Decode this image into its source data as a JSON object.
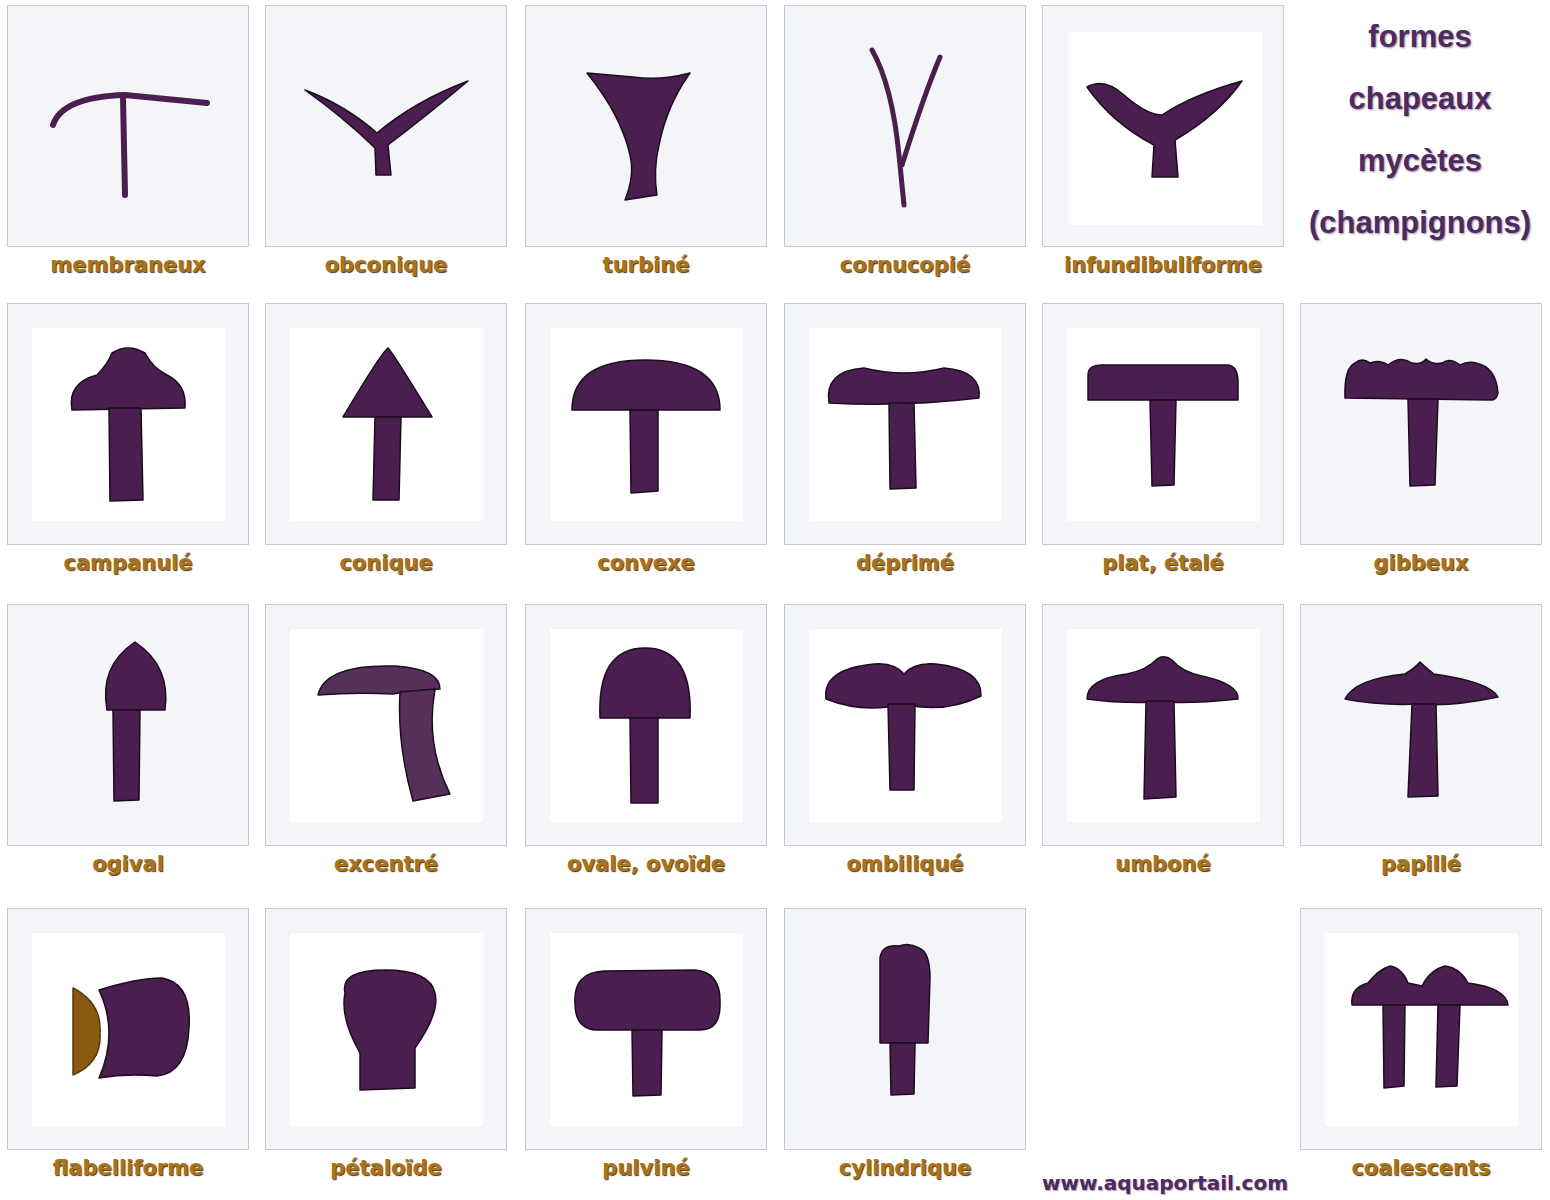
{
  "diagram": {
    "title": "formes chapeaux mycètes (champignons)",
    "nodes": [
      {
        "text": [
          "membraneux"
        ]
      },
      {
        "text": [
          "obconique"
        ]
      },
      {
        "text": [
          "turbiné"
        ]
      },
      {
        "text": [
          "cornucopié"
        ]
      },
      {
        "text": [
          "infundibuliforme"
        ]
      },
      {
        "text": [
          "campanulé"
        ]
      },
      {
        "text": [
          "conique"
        ]
      },
      {
        "text": [
          "convexe"
        ]
      },
      {
        "text": [
          "déprimé"
        ]
      },
      {
        "text": [
          "plat, étalé"
        ]
      },
      {
        "text": [
          "gibbeux"
        ]
      },
      {
        "text": [
          "ogival"
        ]
      },
      {
        "text": [
          "excentré"
        ]
      },
      {
        "text": [
          "ovale, ovoïde"
        ]
      },
      {
        "text": [
          "ombiliqué"
        ]
      },
      {
        "text": [
          "umboné"
        ]
      },
      {
        "text": [
          "papillé"
        ]
      },
      {
        "text": [
          "flabelliforme"
        ]
      },
      {
        "text": [
          "pétaloïde"
        ]
      },
      {
        "text": [
          "pulviné"
        ]
      },
      {
        "text": [
          "cylindrique"
        ]
      },
      {
        "text": [
          "coalescents"
        ]
      }
    ],
    "labels": [
      "www.aquaportail.com"
    ]
  }
}
